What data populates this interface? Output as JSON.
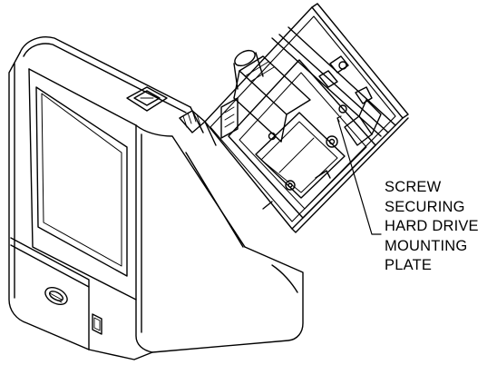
{
  "figure": {
    "callout": {
      "lines": [
        "SCREW",
        "SECURING",
        "HARD DRIVE",
        "MOUNTING",
        "PLATE"
      ]
    },
    "colors": {
      "line": "#000000",
      "fill": "#ffffff"
    }
  }
}
